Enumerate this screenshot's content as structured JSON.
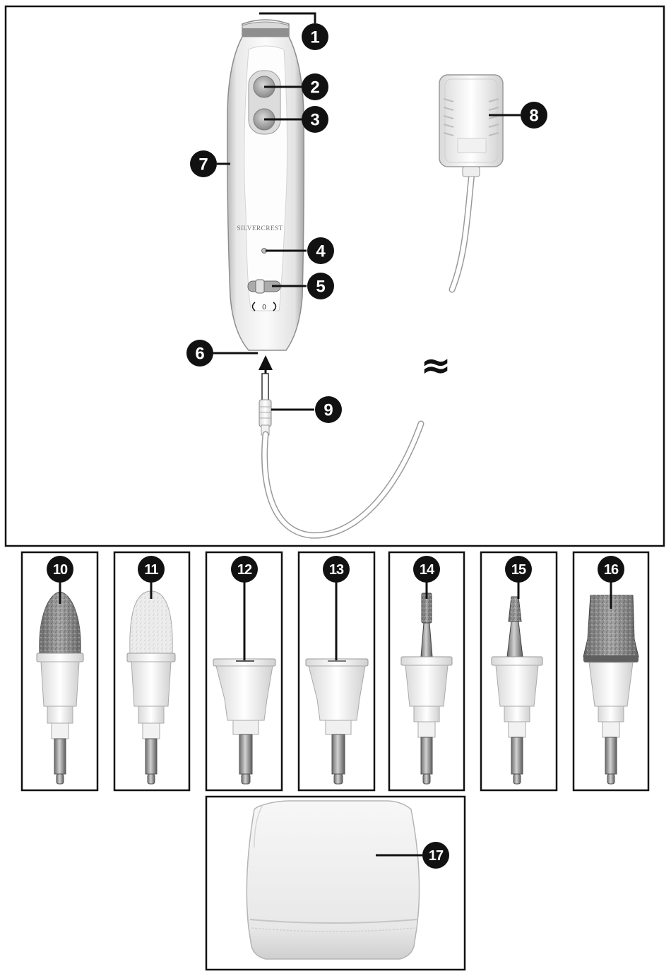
{
  "brand_text": "SILVERCREST",
  "approx_symbol": "≈",
  "switch_marking": "0",
  "callouts": [
    "1",
    "2",
    "3",
    "4",
    "5",
    "6",
    "7",
    "8",
    "9",
    "10",
    "11",
    "12",
    "13",
    "14",
    "15",
    "16",
    "17"
  ],
  "colors": {
    "frame": "#111111",
    "callout_fill": "#111111",
    "callout_text": "#ffffff",
    "device_body": "#f4f4f4",
    "device_shade": "#c9c9c9",
    "metal": "#9a9a9a",
    "grit": "#8b8b8b",
    "felt": "#e6e6e6"
  },
  "icons": {
    "device": "manicure-pedicure-device-icon",
    "adapter": "power-adapter-icon",
    "plug": "low-voltage-plug-icon",
    "case": "storage-case-icon",
    "insert_arrow": "insert-arrow-icon"
  }
}
